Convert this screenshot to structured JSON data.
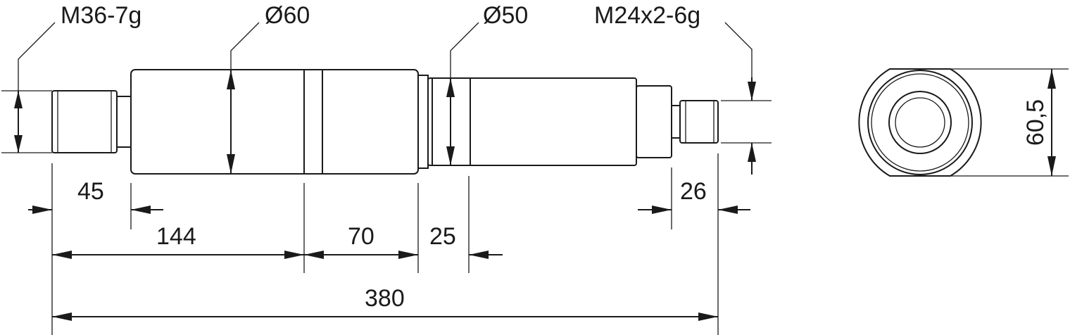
{
  "side_view": {
    "thread_left": "M36-7g",
    "diameter_main": "Ø60",
    "diameter_secondary": "Ø50",
    "thread_right": "M24x2-6g",
    "dims": {
      "left_thread_length": "45",
      "main_body_length": "144",
      "band_length": "70",
      "neck_length": "25",
      "right_thread_length": "26",
      "overall_length": "380"
    }
  },
  "end_view": {
    "across_flats": "60,5"
  }
}
